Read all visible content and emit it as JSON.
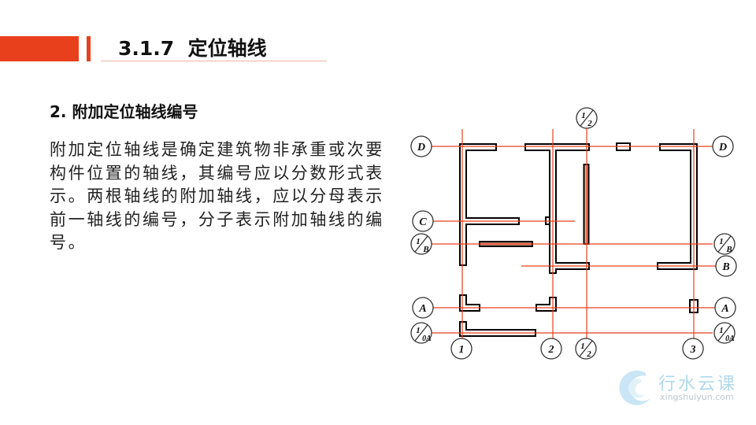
{
  "slide": {
    "title": "3.1.7  定位轴线",
    "heading": "2. 附加定位轴线编号",
    "body_lines": [
      "附加定位轴线是确定建筑物非承重或次要",
      "构件位置的轴线，其编号应以分数形式表",
      "示。两根轴线的附加轴线，应以分母表示",
      "前一轴线的编号，分子表示附加轴线的编",
      "号。"
    ]
  },
  "drawing": {
    "axis_labels": {
      "D": "D",
      "C": "C",
      "B": "B",
      "A": "A",
      "1": "1",
      "2": "2",
      "3": "3",
      "half_num": "1",
      "half_den": "2",
      "b1_num": "1",
      "b1_den": "B",
      "a0_num": "1",
      "a0_den": "0A"
    },
    "axis_color": "#e8401c",
    "wall_color": "#000000"
  },
  "logo": {
    "name_cn": "行水云课",
    "url": "xingshuiyun.com"
  },
  "colors": {
    "accent": "#e8401c"
  }
}
